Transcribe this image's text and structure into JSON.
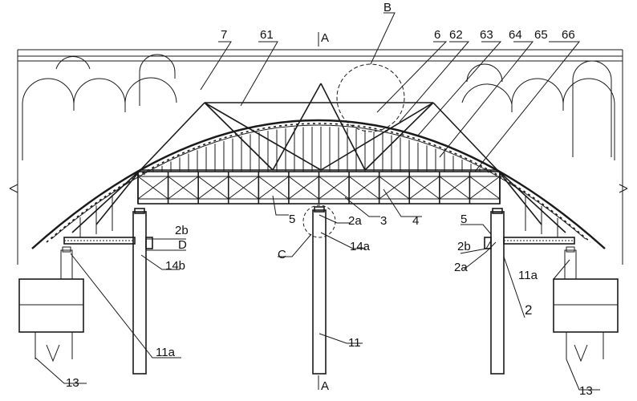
{
  "labels": {
    "l7": "7",
    "l61": "61",
    "lA_top": "A",
    "lB": "B",
    "l6": "6",
    "l62": "62",
    "l63": "63",
    "l64": "64",
    "l65": "65",
    "l66": "66",
    "l2b_left": "2b",
    "lD": "D",
    "l14b": "14b",
    "l5_mid": "5",
    "l2a_mid": "2a",
    "l3": "3",
    "l4": "4",
    "lC": "C",
    "l14a": "14a",
    "l5_right": "5",
    "l2b_right": "2b",
    "l2a_right": "2a",
    "l11a_right": "11a",
    "l2": "2",
    "l11a_left": "11a",
    "l11": "11",
    "l13_left": "13",
    "lA_bottom": "A",
    "l13_right": "13"
  }
}
